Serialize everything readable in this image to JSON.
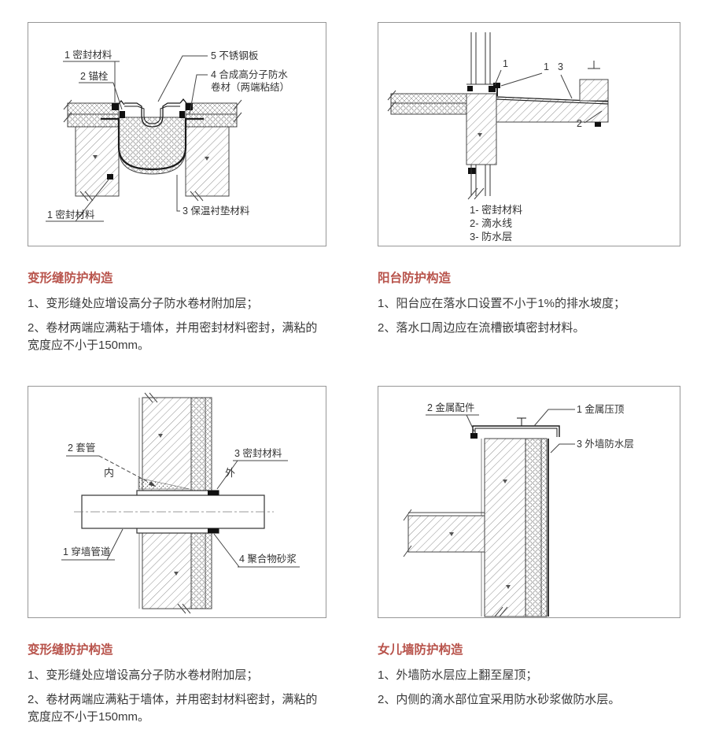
{
  "colors": {
    "title": "#b8534b",
    "ink": "#333333",
    "line": "#444444"
  },
  "sections": {
    "deformation_joint_top": {
      "title": "变形缝防护构造",
      "notes": [
        "1、变形缝处应增设高分子防水卷材附加层；",
        "2、卷材两端应满粘于墙体，并用密封材料密封，满粘的宽度应不小于150mm。"
      ],
      "labels": {
        "seal_top": "1 密封材料",
        "anchor": "2 锚栓",
        "steel_plate": "5 不锈钢板",
        "membrane_1": "4 合成高分子防水",
        "membrane_2": "卷材（两端粘结）",
        "seal_bottom": "1 密封材料",
        "cushion": "3 保温衬垫材料"
      }
    },
    "balcony": {
      "title": "阳台防护构造",
      "notes": [
        "1、阳台应在落水口设置不小于1%的排水坡度；",
        "2、落水口周边应在流槽嵌填密封材料。"
      ],
      "labels": {
        "n1a": "1",
        "n1b": "1",
        "n3": "3",
        "n2": "2"
      },
      "legend": [
        "1- 密封材料",
        "2- 滴水线",
        "3- 防水层"
      ]
    },
    "deformation_joint_bottom": {
      "title": "变形缝防护构造",
      "notes": [
        "1、变形缝处应增设高分子防水卷材附加层；",
        "2、卷材两端应满粘于墙体，并用密封材料密封，满粘的宽度应不小于150mm。"
      ],
      "labels": {
        "sleeve": "2 套管",
        "seal": "3 密封材料",
        "inside": "内",
        "outside": "外",
        "pipe": "1 穿墙管道",
        "mortar": "4 聚合物砂浆"
      }
    },
    "parapet": {
      "title": "女儿墙防护构造",
      "notes": [
        "1、外墙防水层应上翻至屋顶；",
        "2、内侧的滴水部位宜采用防水砂浆做防水层。"
      ],
      "labels": {
        "fitting": "2 金属配件",
        "coping": "1 金属压顶",
        "waterproof": "3 外墙防水层"
      }
    }
  }
}
